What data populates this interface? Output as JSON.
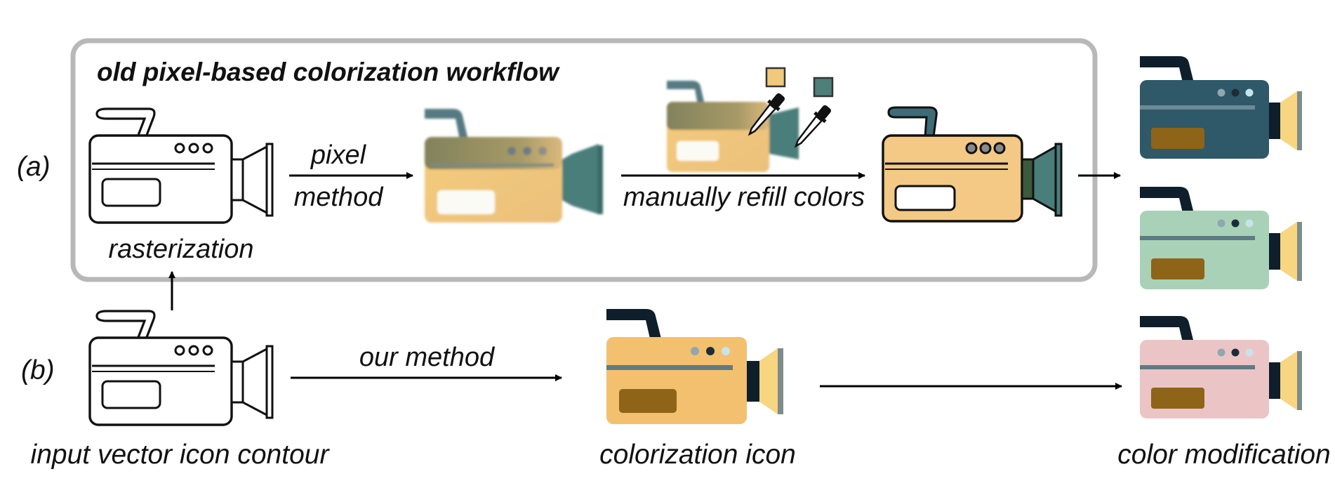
{
  "workflow_box": {
    "title": "old pixel-based colorization workflow"
  },
  "row_labels": {
    "a": "(a)",
    "b": "(b)"
  },
  "labels": {
    "pixel_line1": "pixel",
    "pixel_line2": "method",
    "manual_refill": "manually refill colors",
    "rasterization": "rasterization",
    "our_method": "our method",
    "input_contour": "input vector icon contour",
    "colorization_icon": "colorization icon",
    "color_modification": "color modification"
  },
  "icons": [
    {
      "name": "contour-camera-icon",
      "style": "outline"
    },
    {
      "name": "pixel-blurry-camera-icon",
      "style": "raster"
    },
    {
      "name": "eyedropper-icon",
      "style": "picker"
    },
    {
      "name": "refilled-camera-icon",
      "style": "outlined-color"
    },
    {
      "name": "camera-variant-icon",
      "style": "flat"
    }
  ],
  "colors": {
    "box_border": "#b8b8b8",
    "camera_orange": "#f2c06e",
    "camera_dark": "#0e1e2a",
    "camera_slate": "#2f5868",
    "camera_mint": "#a9d1b8",
    "camera_pink": "#ebc5c5",
    "lens_yellow": "#f7d581",
    "display_brown": "#8e6418",
    "teal": "#4a7e7a",
    "swatch_orange": "#f0c97c",
    "swatch_teal": "#4d7f7b"
  }
}
